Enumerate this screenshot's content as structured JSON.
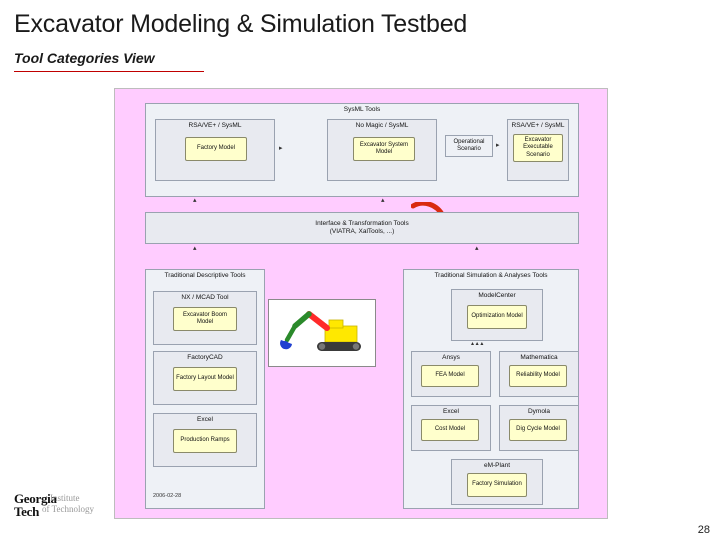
{
  "slide": {
    "title": "Excavator Modeling & Simulation Testbed",
    "subtitle": "Tool Categories View",
    "page_number": "28",
    "date_stamp": "2006-02-28"
  },
  "logo": {
    "line1": "Georgia",
    "line2": "Tech",
    "overlay1": "Institute",
    "overlay2": "of Technology"
  },
  "diagram": {
    "sysml_group": {
      "title": "SysML Tools",
      "panels": [
        {
          "title": "RSA/VE+ / SysML",
          "leaf": "Factory Model"
        },
        {
          "title": "No Magic / SysML",
          "leaf": "Excavator System Model"
        },
        {
          "title": "RSA/VE+ / SysML",
          "leaf": "Excavator Executable Scenario"
        }
      ],
      "operational_scenario": "Operational Scenario"
    },
    "interface_bar": {
      "line1": "Interface & Transformation Tools",
      "line2": "(VIATRA, XalTools, ...)"
    },
    "traditional_descriptive": {
      "title": "Traditional Descriptive Tools",
      "panels": [
        {
          "title": "NX / MCAD Tool",
          "leaf": "Excavator Boom Model"
        },
        {
          "title": "FactoryCAD",
          "leaf": "Factory Layout Model"
        },
        {
          "title": "Excel",
          "leaf": "Production Ramps"
        }
      ]
    },
    "traditional_simulation": {
      "title": "Traditional Simulation & Analyses Tools",
      "panels": [
        {
          "title": "ModelCenter",
          "leaf": "Optimization Model"
        },
        {
          "title": "Ansys",
          "leaf": "FEA Model"
        },
        {
          "title": "Mathematica",
          "leaf": "Reliability Model"
        },
        {
          "title": "Excel",
          "leaf": "Cost Model"
        },
        {
          "title": "Dymola",
          "leaf": "Dig Cycle Model"
        },
        {
          "title": "eM-Plant",
          "leaf": "Factory Simulation"
        }
      ]
    },
    "picture": {
      "name": "excavator-illustration"
    },
    "red_arrow": {
      "name": "red-curved-arrow",
      "color": "#d92b10"
    }
  }
}
